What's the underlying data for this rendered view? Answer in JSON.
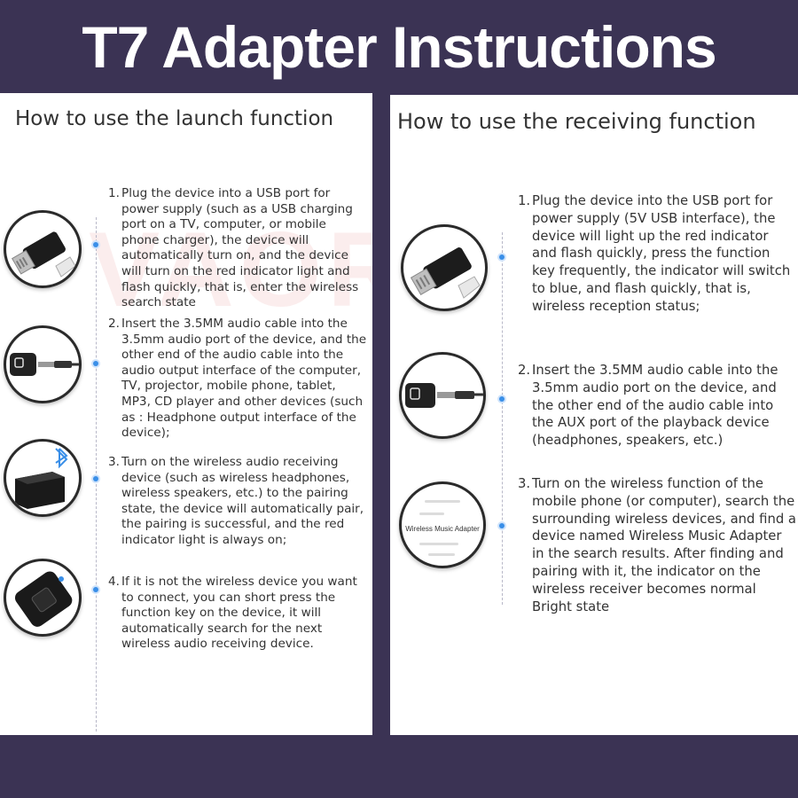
{
  "header": {
    "title": "T7 Adapter Instructions"
  },
  "launch": {
    "title": "How to use the launch function",
    "watermark": "VAORLO",
    "steps": [
      {
        "num": "1.",
        "text": "Plug the device into a USB port for power supply (such as a USB charging port on a TV, computer, or mobile phone charger), the device will automatically turn on, and the device will turn on the red indicator light and flash quickly, that is, enter the wireless search state"
      },
      {
        "num": "2.",
        "text": "Insert the 3.5MM audio cable into the 3.5mm audio port of the device, and the other end of the audio cable into the audio output interface of the computer, TV, projector, mobile phone, tablet, MP3, CD player and other devices (such as : Headphone output interface of the device);"
      },
      {
        "num": "3.",
        "text": "Turn on the wireless audio receiving device (such as wireless headphones, wireless speakers, etc.) to the pairing state, the device will automatically pair, the pairing is successful, and the red indicator light is always on;"
      },
      {
        "num": "4.",
        "text": "If it is not the wireless device you want to connect, you can short press the function key on the device, it will automatically search for the next wireless audio receiving device."
      }
    ]
  },
  "receive": {
    "title": "How to use the receiving function",
    "steps": [
      {
        "num": "1.",
        "text": "Plug the device into the USB port for power supply (5V USB interface), the device will light up the red indicator and flash quickly, press the function key frequently, the indicator will switch to blue, and flash quickly, that is, wireless reception status;"
      },
      {
        "num": "2.",
        "text": "Insert the 3.5MM audio cable into the 3.5mm audio port on the device, and the other end of the audio cable into the AUX port of the playback device (headphones, speakers, etc.)"
      },
      {
        "num": "3.",
        "text": "Turn on the wireless function of the mobile phone (or computer), search the surrounding wireless devices, and find a device named Wireless Music Adapter in the search results. After finding and pairing with it, the indicator on the wireless receiver becomes normal Bright state"
      }
    ],
    "device_list_label": "Wireless Music Adapter"
  },
  "colors": {
    "background": "#3b3354",
    "panel": "#ffffff",
    "dot": "#3a8fe8"
  }
}
